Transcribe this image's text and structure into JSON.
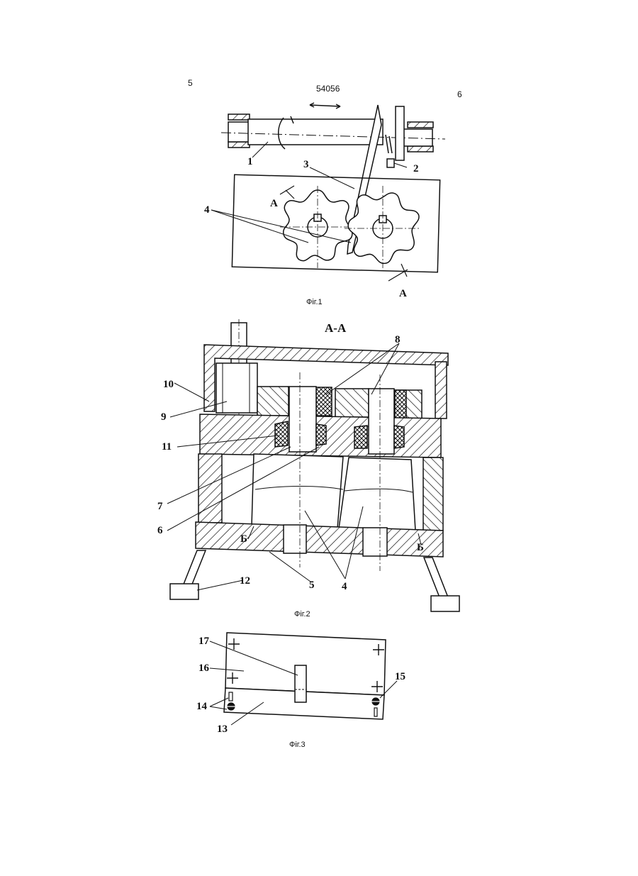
{
  "header": {
    "page_left": "5",
    "patent_number": "54056",
    "page_right": "6"
  },
  "fig1": {
    "caption": "Фіг.1",
    "labels": {
      "n1": "1",
      "n2": "2",
      "n3": "3",
      "n4": "4",
      "section_a_top": "A",
      "section_a_bottom": "A"
    }
  },
  "fig2": {
    "caption": "Фіг.2",
    "section_title": "А-А",
    "labels": {
      "n4": "4",
      "n5": "5",
      "n6": "6",
      "n7": "7",
      "n8": "8",
      "n9": "9",
      "n10": "10",
      "n11": "11",
      "n12": "12",
      "b_left": "Б",
      "b_right": "Б"
    }
  },
  "fig3": {
    "caption": "Фіг.3",
    "labels": {
      "n13": "13",
      "n14": "14",
      "n15": "15",
      "n16": "16",
      "n17": "17"
    }
  }
}
